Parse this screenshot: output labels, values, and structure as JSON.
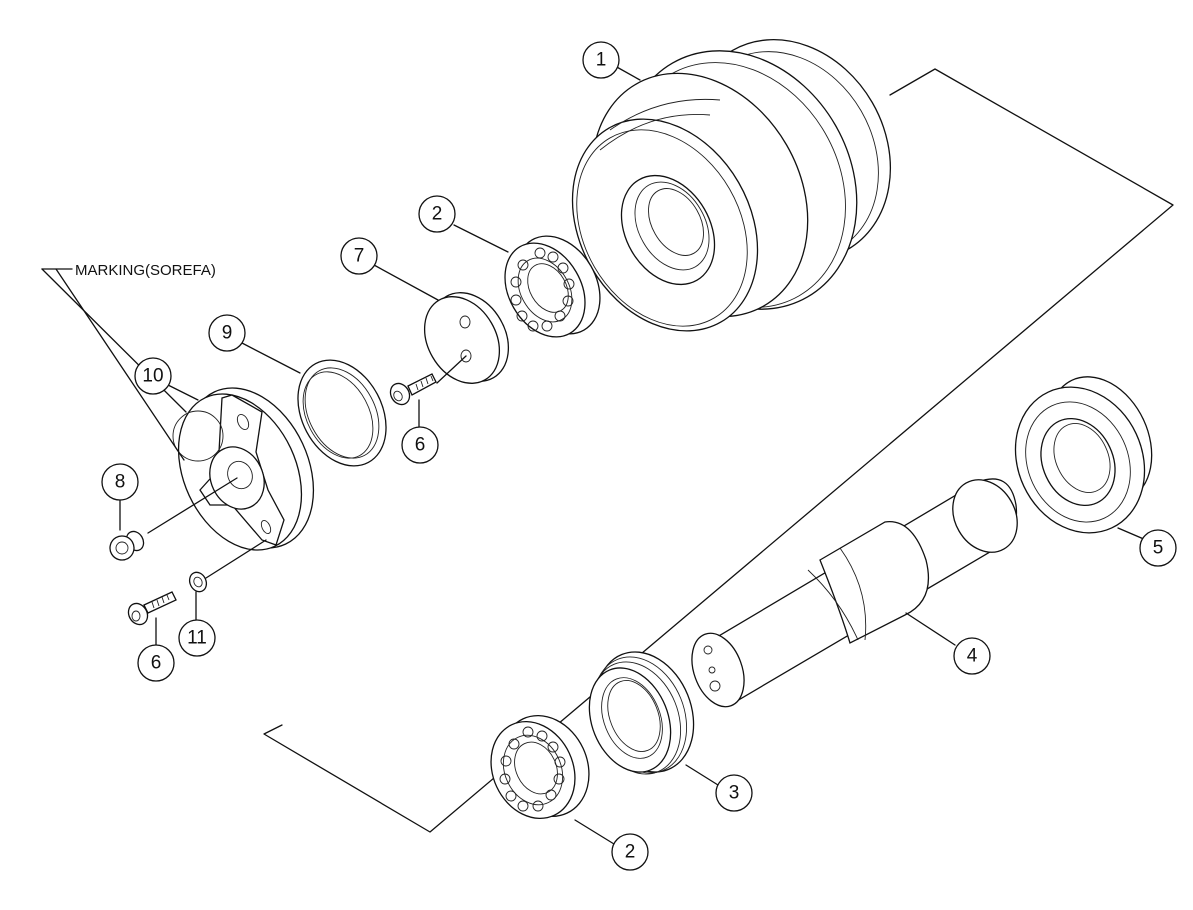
{
  "note": {
    "text": "MARKING(SOREFA)"
  },
  "callouts": [
    {
      "id": "c1",
      "label": "1"
    },
    {
      "id": "c2a",
      "label": "2"
    },
    {
      "id": "c7",
      "label": "7"
    },
    {
      "id": "c9",
      "label": "9"
    },
    {
      "id": "c10",
      "label": "10"
    },
    {
      "id": "c6a",
      "label": "6"
    },
    {
      "id": "c8",
      "label": "8"
    },
    {
      "id": "c6b",
      "label": "6"
    },
    {
      "id": "c11",
      "label": "11"
    },
    {
      "id": "c5",
      "label": "5"
    },
    {
      "id": "c4",
      "label": "4"
    },
    {
      "id": "c3",
      "label": "3"
    },
    {
      "id": "c2b",
      "label": "2"
    }
  ]
}
